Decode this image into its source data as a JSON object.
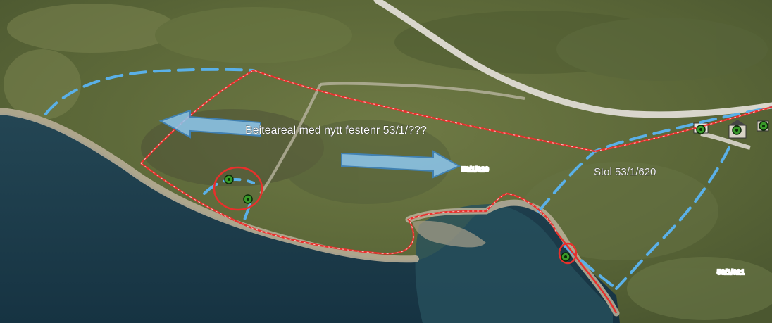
{
  "map": {
    "labels": {
      "grazing_area": "Beiteareal med nytt festenr 53/1/???",
      "stol": "Stol 53/1/620",
      "parcel_620": "53/1/620",
      "parcel_621": "53/1/621"
    },
    "colors": {
      "water": "#1f3d4a",
      "land": "#5e6b3c",
      "shore": "#b7ad96",
      "road": "#d9d6cc",
      "boundary_red": "#e8302c",
      "boundary_blue_dashed": "#5ab0e8",
      "arrow_fill": "#8ec8f0"
    }
  }
}
